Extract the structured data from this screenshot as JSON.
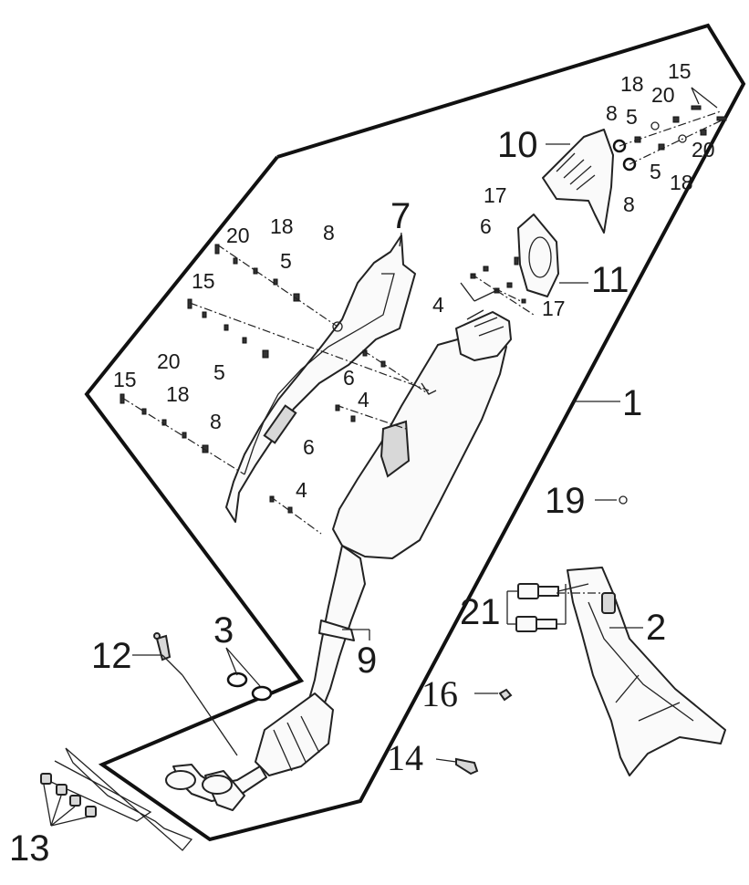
{
  "diagram": {
    "callouts": {
      "c1": "1",
      "c2": "2",
      "c3": "3",
      "c4a": "4",
      "c4b": "4",
      "c4c": "4",
      "c5a": "5",
      "c5b": "5",
      "c5c": "5",
      "c6a": "6",
      "c6b": "6",
      "c6c": "6",
      "c7": "7",
      "c8a": "8",
      "c8b": "8",
      "c8c": "8",
      "c8d": "8",
      "c9": "9",
      "c10": "10",
      "c11": "11",
      "c12": "12",
      "c13": "13",
      "c14": "14",
      "c15a": "15",
      "c15b": "15",
      "c15c": "15",
      "c16": "16",
      "c17a": "17",
      "c17b": "17",
      "c18a": "18",
      "c18b": "18",
      "c18c": "18",
      "c18d": "18",
      "c19": "19",
      "c20a": "20",
      "c20b": "20",
      "c20c": "20",
      "c20d": "20",
      "c21": "21"
    }
  }
}
